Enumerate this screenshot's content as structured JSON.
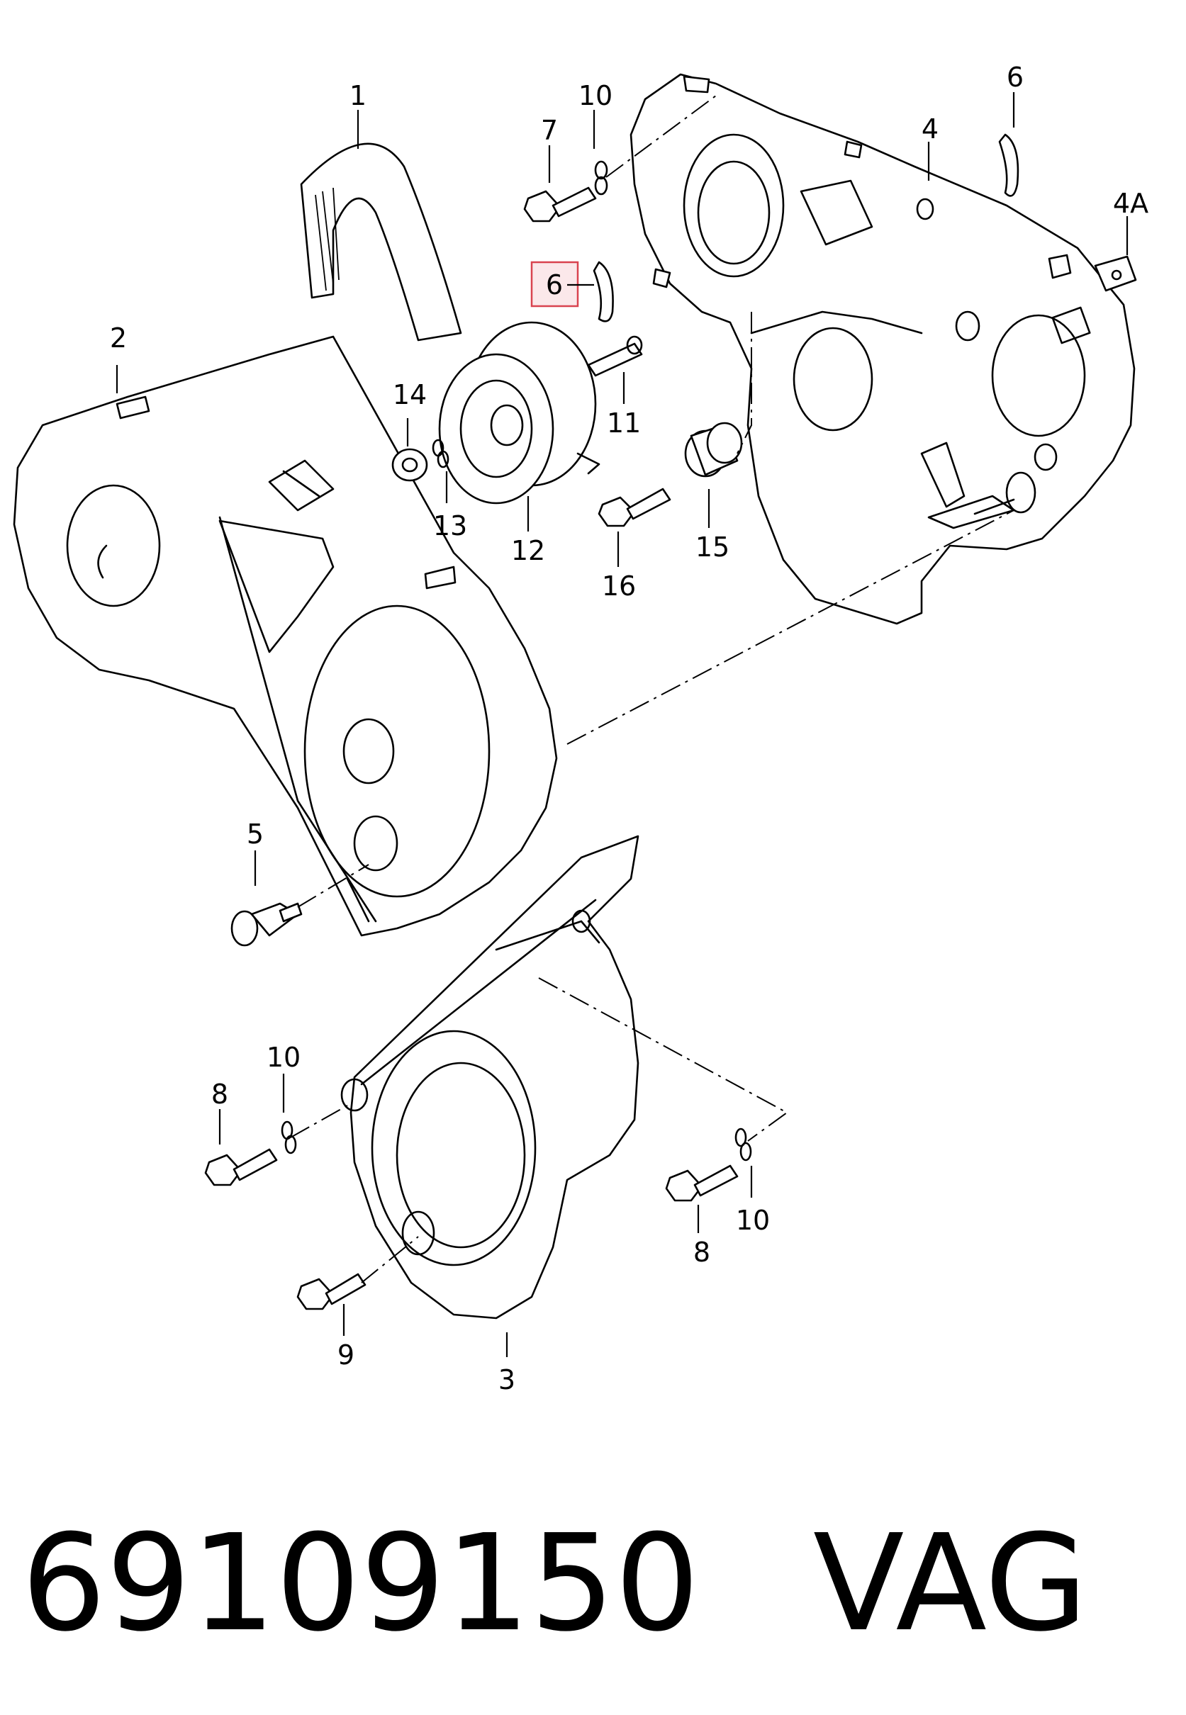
{
  "callouts": {
    "c1": "1",
    "c2": "2",
    "c3": "3",
    "c4": "4",
    "c4a": "4A",
    "c5": "5",
    "c6a": "6",
    "c6b": "6",
    "c7": "7",
    "c8a": "8",
    "c8b": "8",
    "c9": "9",
    "c10a": "10",
    "c10b": "10",
    "c10c": "10",
    "c11": "11",
    "c12": "12",
    "c13": "13",
    "c14": "14",
    "c15": "15",
    "c16": "16"
  },
  "highlight": {
    "callout": "6",
    "border_color": "#d9434f",
    "fill_color": "#fbe8ea"
  },
  "caption": {
    "part_number": "69109150",
    "brand": "VAG"
  }
}
